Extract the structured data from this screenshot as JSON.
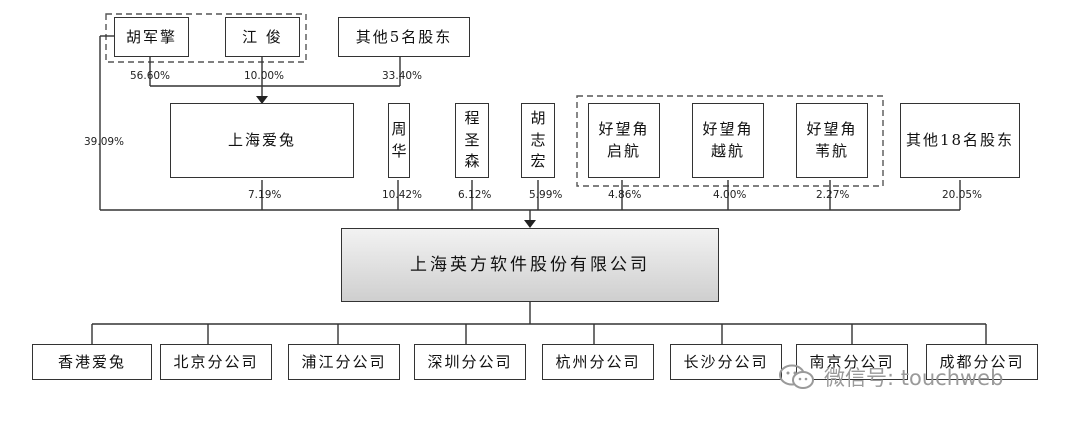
{
  "shareholders_top": {
    "hu_junqing": "胡军擎",
    "jiang_jun": "江 俊",
    "other5": "其他5名股东"
  },
  "top_pcts": {
    "hu_junqing": "56.60%",
    "jiang_jun": "10.00%",
    "other5": "33.40%"
  },
  "left_pct": "39.09%",
  "shareholders_mid": {
    "shanghai_aimian": "上海爱兔",
    "zhou_hua": [
      "周",
      "华"
    ],
    "cheng_shengsen": [
      "程",
      "圣",
      "森"
    ],
    "hu_zhihong": [
      "胡",
      "志",
      "宏"
    ],
    "hwj_qihang": [
      "好望角",
      "启航"
    ],
    "hwj_yuehang": [
      "好望角",
      "越航"
    ],
    "hwj_xiaohang": [
      "好望角",
      "苇航"
    ],
    "other18": "其他18名股东"
  },
  "mid_pcts": {
    "shanghai_aimian": "7.19%",
    "zhou_hua": "10.42%",
    "cheng_shengsen": "6.12%",
    "hu_zhihong": "5.99%",
    "hwj_qihang": "4.86%",
    "hwj_yuehang": "4.00%",
    "hwj_xiaohang": "2.27%",
    "other18": "20.05%"
  },
  "company": "上海英方软件股份有限公司",
  "subsidiaries": [
    "香港爱兔",
    "北京分公司",
    "浦江分公司",
    "深圳分公司",
    "杭州分公司",
    "长沙分公司",
    "南京分公司",
    "成都分公司"
  ],
  "watermark": "微信号: touchweb",
  "icon": "wechat-icon"
}
